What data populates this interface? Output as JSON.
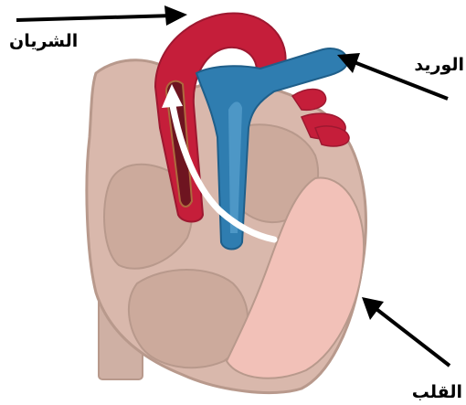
{
  "labels": {
    "artery": "الشريان",
    "vein": "الوريد",
    "heart": "القلب"
  },
  "colors": {
    "heart_outer": "#d9b8ac",
    "heart_inner": "#ccaa9c",
    "heart_outline": "#b8998c",
    "artery": "#c51e3a",
    "vein": "#2f7db0",
    "ventricle_highlight": "#f2c1b8",
    "arrow": "#000000",
    "flow_arrow": "#ffffff"
  }
}
